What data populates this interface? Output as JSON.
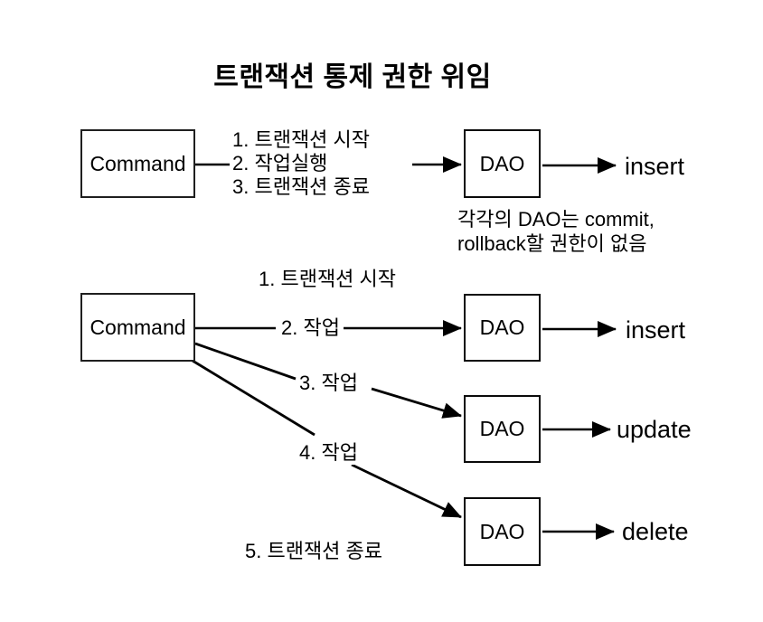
{
  "title": "트랜잭션 통제 권한 위임",
  "colors": {
    "background": "#ffffff",
    "line": "#000000",
    "text": "#000000",
    "box_border": "#1f1f1f"
  },
  "diagram1": {
    "command_label": "Command",
    "steps_line1": "1. 트랜잭션 시작",
    "steps_line2": "2. 작업실행",
    "steps_line3": "3. 트랜잭션 종료",
    "dao_label": "DAO",
    "action_label": "insert",
    "note_line1": "각각의 DAO는 commit,",
    "note_line2": "rollback할 권한이 없음"
  },
  "diagram2": {
    "command_label": "Command",
    "step1_label": "1. 트랜잭션 시작",
    "step2_label": "2. 작업",
    "step3_label": "3. 작업",
    "step4_label": "4. 작업",
    "step5_label": "5. 트랜잭션 종료",
    "dao1_label": "DAO",
    "dao2_label": "DAO",
    "dao3_label": "DAO",
    "action1_label": "insert",
    "action2_label": "update",
    "action3_label": "delete"
  }
}
